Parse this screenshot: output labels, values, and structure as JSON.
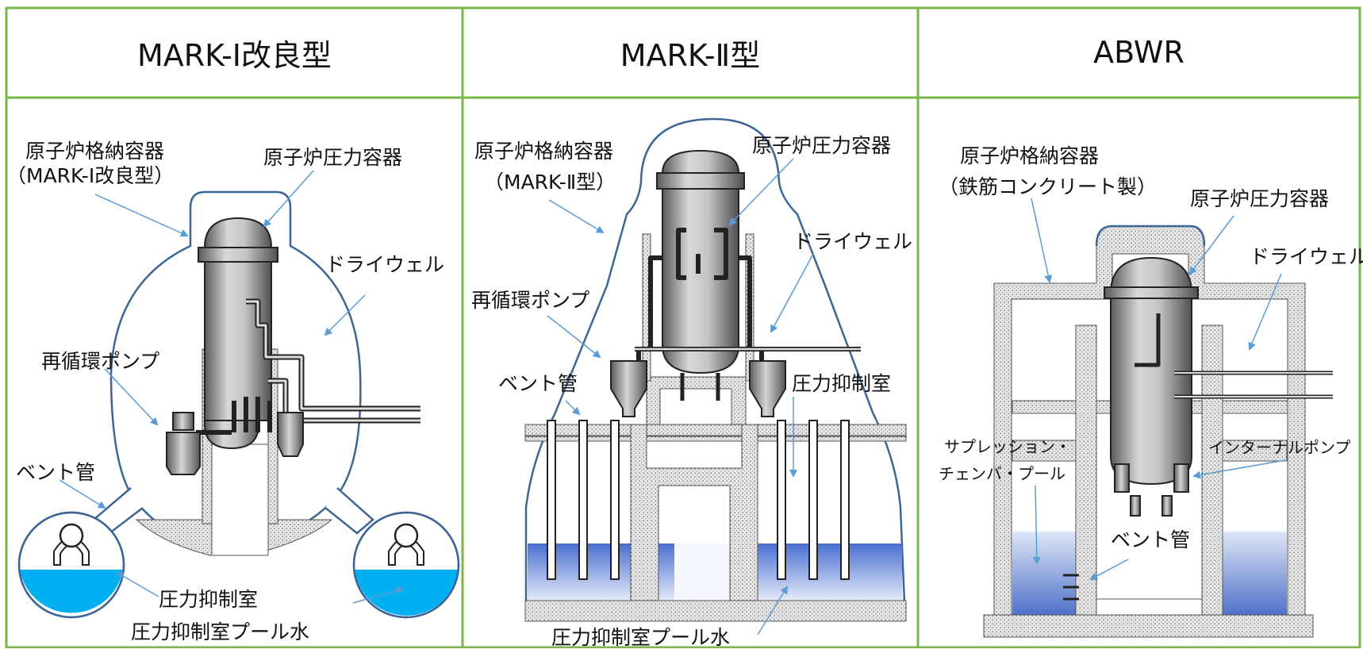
{
  "headers": {
    "mark1": "MARK-Ⅰ改良型",
    "mark2": "MARK-Ⅱ型",
    "abwr": "ABWR"
  },
  "panel_mark1": {
    "containment": "原子炉格納容器",
    "containment_type": "（MARK-Ⅰ改良型）",
    "pressure_vessel": "原子炉圧力容器",
    "drywell": "ドライウェル",
    "recirc_pump": "再循環ポンプ",
    "vent_pipe": "ベント管",
    "suppression_chamber": "圧力抑制室",
    "suppression_pool_water": "圧力抑制室プール水"
  },
  "panel_mark2": {
    "containment": "原子炉格納容器",
    "containment_type": "（MARK-Ⅱ型）",
    "pressure_vessel": "原子炉圧力容器",
    "drywell": "ドライウェル",
    "recirc_pump": "再循環ポンプ",
    "vent_pipe": "ベント管",
    "suppression_chamber": "圧力抑制室",
    "suppression_pool_water": "圧力抑制室プール水"
  },
  "panel_abwr": {
    "containment": "原子炉格納容器",
    "containment_type": "（鉄筋コンクリート製）",
    "pressure_vessel": "原子炉圧力容器",
    "drywell": "ドライウェル",
    "suppression_pool_line1": "サプレッション・",
    "suppression_pool_line2": "チェンバ・プール",
    "internal_pump": "インターナルポンプ",
    "vent_pipe": "ベント管"
  },
  "colors": {
    "grid_border": "#7ab648",
    "containment_line": "#3d6596",
    "arrow": "#5b9bd5",
    "water": "#00b0f0",
    "pool_dark": "#4472c4"
  }
}
